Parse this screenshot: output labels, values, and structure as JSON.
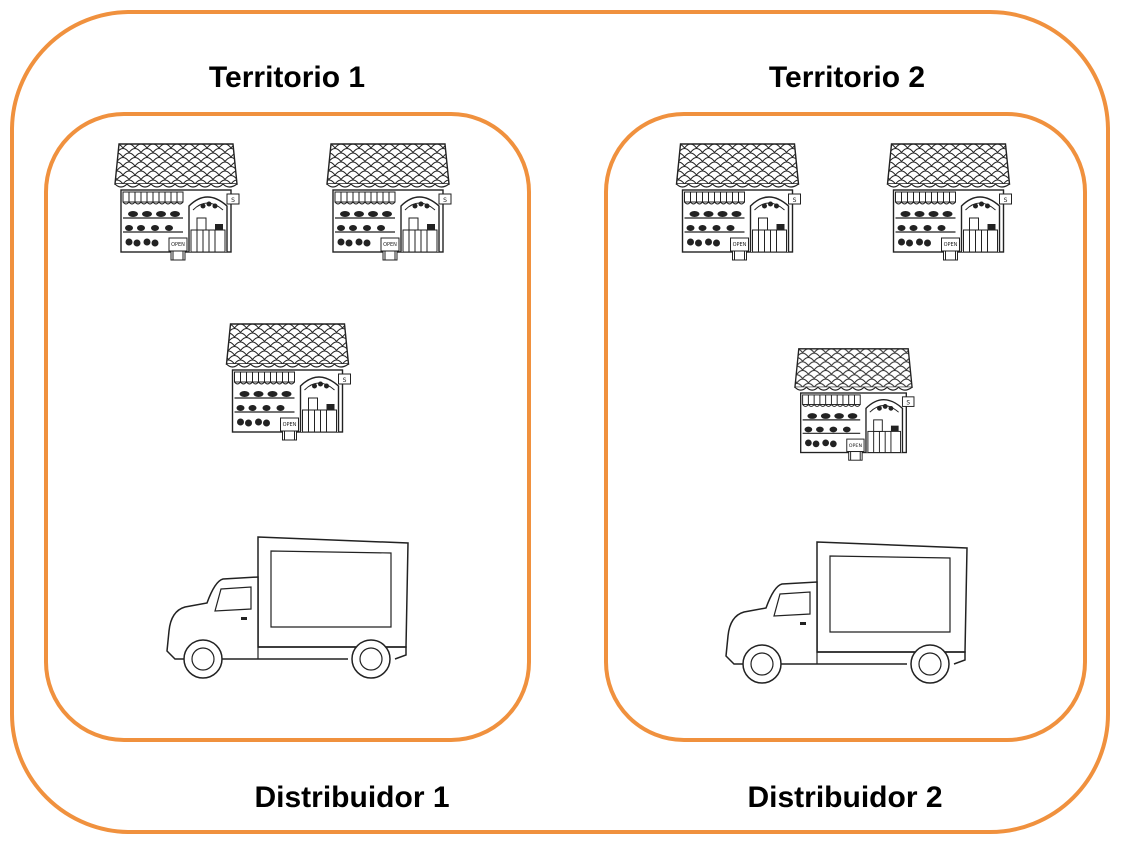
{
  "territories": [
    {
      "title": "Territorio 1",
      "distributor": "Distribuidor 1",
      "store_count": 3
    },
    {
      "title": "Territorio 2",
      "distributor": "Distribuidor 2",
      "store_count": 3
    }
  ],
  "icons": {
    "store": "store-icon",
    "store_sign": "OPEN",
    "truck": "delivery-truck-icon"
  },
  "colors": {
    "frame": "#f0913e",
    "text": "#000000",
    "line_art": "#222222"
  }
}
